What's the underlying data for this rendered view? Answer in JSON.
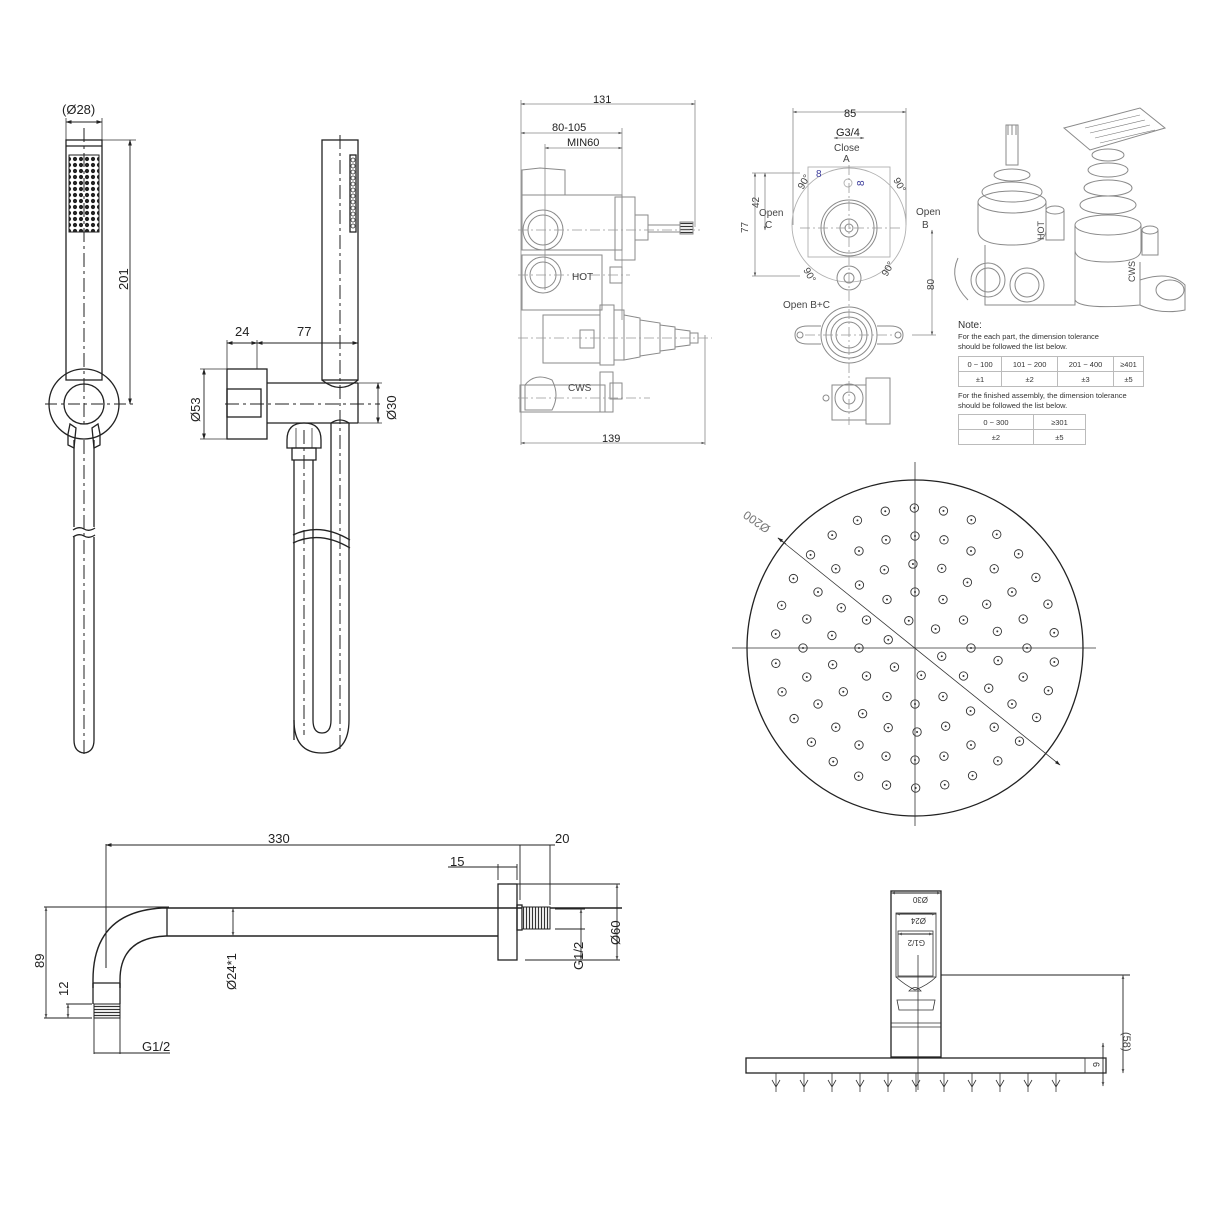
{
  "hand_shower_front": {
    "diameter_label": "(Ø28)",
    "length_label": "201"
  },
  "hand_shower_side": {
    "bracket_depth_label": "24",
    "offset_label": "77",
    "flange_diameter_label": "Ø53",
    "outlet_diameter_label": "Ø30"
  },
  "mixer_side": {
    "overall_top_label": "131",
    "depth_range_label": "80-105",
    "min_depth_label": "MIN60",
    "overall_bottom_label": "139",
    "hot_label": "HOT",
    "cws_label": "CWS"
  },
  "mixer_front": {
    "width_label": "85",
    "inlet_label": "G3/4",
    "close_label": "Close",
    "port_a_label": "A",
    "angle_label": "90°",
    "small_dim_label": "8",
    "open_c_label": "Open",
    "port_c_label": "C",
    "open_b_label": "Open",
    "port_b_label": "B",
    "open_bc_label": "Open B+C",
    "height_42_label": "42",
    "height_77_label": "77",
    "spacing_80_label": "80"
  },
  "mixer_iso": {
    "hot_label": "HOT",
    "cws_label": "CWS"
  },
  "tolerance_note": {
    "title": "Note:",
    "part_text_1": "For the each part, the dimension tolerance",
    "part_text_2": "should be followed the list below.",
    "part_table": {
      "ranges": [
        "0 ~ 100",
        "101 ~ 200",
        "201 ~ 400",
        "≥401"
      ],
      "tolerances": [
        "±1",
        "±2",
        "±3",
        "±5"
      ]
    },
    "assembly_text_1": "For the finished assembly, the dimension tolerance",
    "assembly_text_2": "should be followed the list below.",
    "assembly_table": {
      "ranges": [
        "0 ~ 300",
        "≥301"
      ],
      "tolerances": [
        "±2",
        "±5"
      ]
    }
  },
  "shower_head_top": {
    "diameter_label": "Ø200"
  },
  "shower_arm": {
    "length_label": "330",
    "flange_depth_label": "15",
    "thread_length_label": "20",
    "height_label": "89",
    "thread_height_label": "12",
    "thread_label_bottom": "G1/2",
    "arm_diameter_label": "Ø24*1",
    "thread_label_wall": "G1/2",
    "flange_diameter_label": "Ø60"
  },
  "shower_head_side": {
    "outer_diameter_label": "Ø30",
    "inner_diameter_label": "Ø24",
    "thread_label": "G1/2",
    "height_label": "(58)",
    "thickness_label": "6"
  }
}
